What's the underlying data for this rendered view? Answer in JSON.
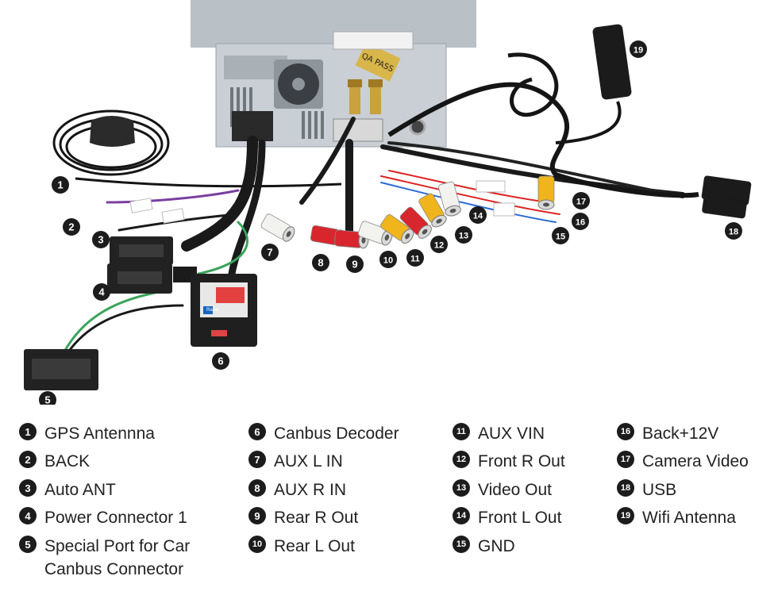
{
  "callouts": [
    {
      "num": "1"
    },
    {
      "num": "2"
    },
    {
      "num": "3"
    },
    {
      "num": "4"
    },
    {
      "num": "5"
    },
    {
      "num": "6"
    },
    {
      "num": "7"
    },
    {
      "num": "8"
    },
    {
      "num": "9"
    },
    {
      "num": "10"
    },
    {
      "num": "11"
    },
    {
      "num": "12"
    },
    {
      "num": "13"
    },
    {
      "num": "14"
    },
    {
      "num": "15"
    },
    {
      "num": "16"
    },
    {
      "num": "17"
    },
    {
      "num": "18"
    },
    {
      "num": "19"
    }
  ],
  "legend": [
    {
      "num": "1",
      "label": "GPS Antennna"
    },
    {
      "num": "2",
      "label": "BACK"
    },
    {
      "num": "3",
      "label": "Auto ANT"
    },
    {
      "num": "4",
      "label": "Power Connector 1"
    },
    {
      "num": "5",
      "label": "Special Port for Car",
      "label2": "Canbus Connector"
    },
    {
      "num": "6",
      "label": "Canbus Decoder"
    },
    {
      "num": "7",
      "label": "AUX L IN"
    },
    {
      "num": "8",
      "label": "AUX R IN"
    },
    {
      "num": "9",
      "label": "Rear R Out"
    },
    {
      "num": "10",
      "label": "Rear L Out"
    },
    {
      "num": "11",
      "label": "AUX VIN"
    },
    {
      "num": "12",
      "label": "Front R Out"
    },
    {
      "num": "13",
      "label": "Video Out"
    },
    {
      "num": "14",
      "label": "Front L Out"
    },
    {
      "num": "15",
      "label": "GND"
    },
    {
      "num": "16",
      "label": "Back+12V"
    },
    {
      "num": "17",
      "label": "Camera Video"
    },
    {
      "num": "18",
      "label": "USB"
    },
    {
      "num": "19",
      "label": "Wifi Antenna"
    }
  ],
  "device_stickers": {
    "qa_pass": "QA PASS"
  },
  "decoder_brand": "Raise",
  "colors": {
    "badge": "#1c1c1c",
    "rca_red": "#d8262e",
    "rca_white": "#f2f2ee",
    "rca_yellow": "#f0b51c",
    "wire_green": "#3aa35a",
    "wire_purple": "#7a3fa0",
    "wire_red": "#d22",
    "wire_blue": "#2a6bd6"
  }
}
